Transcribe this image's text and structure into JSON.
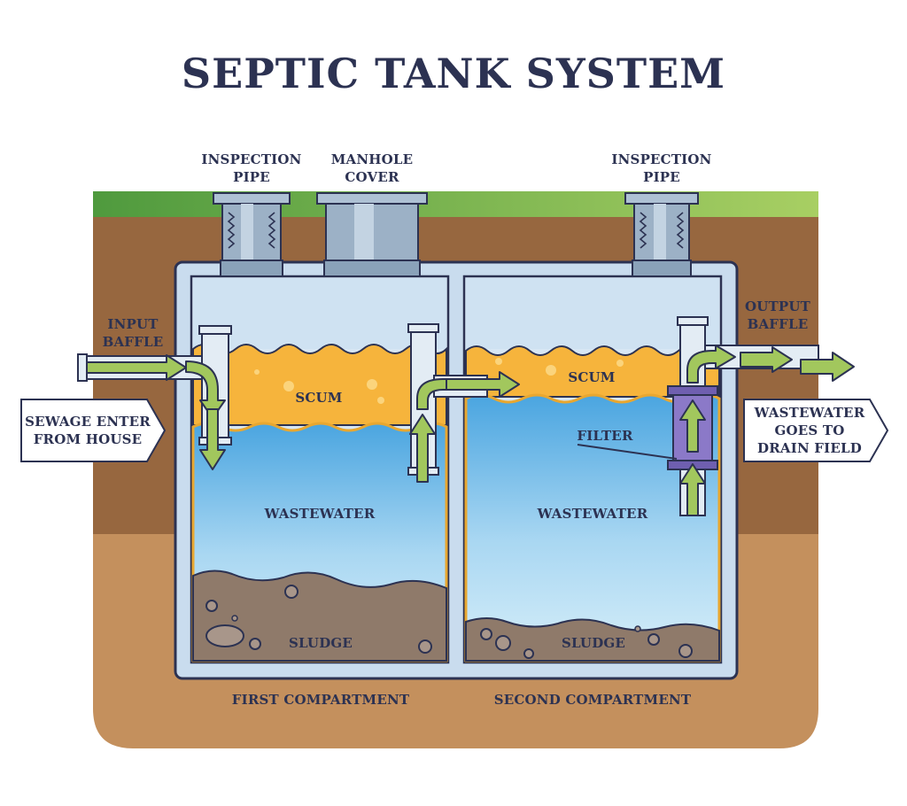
{
  "title": "SEPTIC TANK SYSTEM",
  "labels": {
    "inspection_pipe_left": "INSPECTION\nPIPE",
    "manhole_cover": "MANHOLE\nCOVER",
    "inspection_pipe_right": "INSPECTION\nPIPE",
    "input_baffle": "INPUT\nBAFFLE",
    "output_baffle": "OUTPUT\nBAFFLE",
    "sewage_enter": "SEWAGE ENTER\nFROM HOUSE",
    "wastewater_drain": "WASTEWATER\nGOES TO\nDRAIN FIELD",
    "scum_1": "SCUM",
    "scum_2": "SCUM",
    "filter": "FILTER",
    "wastewater_1": "WASTEWATER",
    "wastewater_2": "WASTEWATER",
    "sludge_1": "SLUDGE",
    "sludge_2": "SLUDGE",
    "first_compartment": "FIRST COMPARTMENT",
    "second_compartment": "SECOND COMPARTMENT"
  },
  "colors": {
    "ink": "#2c3252",
    "grass": "#7fb042",
    "soil_dark": "#97673f",
    "soil_light": "#c4905d",
    "tank_wall": "#c4d9ec",
    "water_top": "#5aaee4",
    "water_bottom": "#cde9f8",
    "scum": "#f6b43c",
    "sludge": "#8f7a6a",
    "arrow_fill": "#a2c75d",
    "filter": "#8b79c8",
    "pipe": "#9db2c8"
  }
}
